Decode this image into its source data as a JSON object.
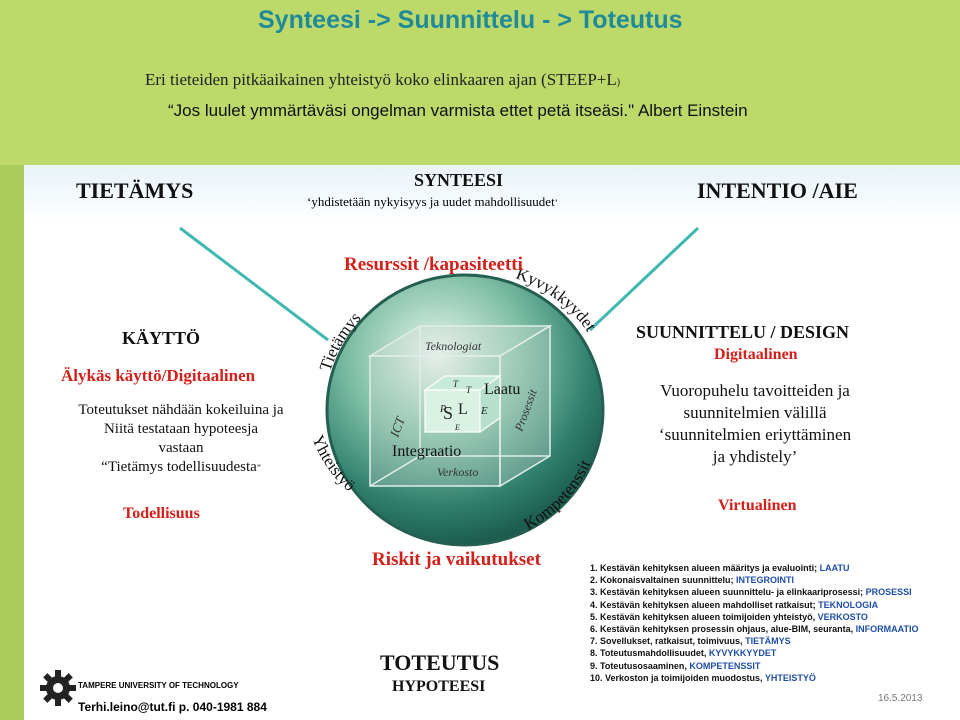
{
  "header": {
    "title": "Synteesi -> Suunnittelu - > Toteutus",
    "line1": "Eri tieteiden pitkäaikainen yhteistyö koko elinkaaren ajan (STEEP+L",
    "line1_tail": ")",
    "quote": "“Jos luulet ymmärtäväsi ongelman varmista ettet petä itseäsi.\" Albert Einstein"
  },
  "top": {
    "tietamys": "TIETÄMYS",
    "synteesi": "SYNTEESI",
    "synteesi_sub": "‘yhdistetään nykyisyys ja uudet mahdollisuudet",
    "synteesi_sub_tail": "’",
    "intentio": "INTENTIO /AIE"
  },
  "resurssit": "Resurssit /kapasiteetti",
  "left_block": {
    "heading": "KÄYTTÖ",
    "subheading": "Älykäs käyttö/Digitaalinen",
    "lines": [
      "Toteutukset nähdään kokeiluina ja",
      "Niitä testataan hypoteesja",
      "vastaan"
    ],
    "quote": "“Tietämys todellisuudesta",
    "quote_tail": "”",
    "footer": "Todellisuus"
  },
  "right_block": {
    "heading": "SUUNNITTELU / DESIGN",
    "subheading": "Digitaalinen",
    "lines": [
      "Vuoropuhelu tavoitteiden ja",
      "suunnitelmien välillä",
      "‘suunnitelmien eriyttäminen",
      "ja yhdistely’"
    ],
    "footer": "Virtualinen"
  },
  "sphere": {
    "arc_tietamys": "Tietämys",
    "arc_kyvykkyydet": "Kyvykkyydet",
    "arc_yhteistyo": "Yhteistyö",
    "arc_kompetenssit": "Kompetenssit",
    "cube_top": "Teknologiat",
    "cube_left": "ICT",
    "cube_right": "Prosessit",
    "cube_bottom": "Verkosto",
    "laatu": "Laatu",
    "integraatio": "Integraatio",
    "inner_s": "S",
    "inner_l": "L",
    "inner_t1": "T",
    "inner_t2": "T",
    "inner_e1": "E",
    "inner_e2": "E",
    "inner_p": "P"
  },
  "riskit": "Riskit ja vaikutukset",
  "toteutus": {
    "title": "TOTEUTUS",
    "sub": "HYPOTEESI"
  },
  "list": [
    {
      "text": "1. Kestävän kehityksen alueen määritys ja evaluointi;",
      "kw": "LAATU"
    },
    {
      "text": "2. Kokonaisvaltainen suunnittelu;",
      "kw": "INTEGROINTI"
    },
    {
      "text": "3. Kestävän kehityksen alueen suunnittelu- ja elinkaariprosessi;",
      "kw": "PROSESSI"
    },
    {
      "text": "4. Kestävän kehityksen alueen mahdolliset ratkaisut;",
      "kw": "TEKNOLOGIA"
    },
    {
      "text": "5. Kestävän kehityksen alueen toimijoiden yhteistyö,",
      "kw": "VERKOSTO"
    },
    {
      "text": "6. Kestävän kehityksen prosessin ohjaus, alue-BIM, seuranta,",
      "kw": "INFORMAATIO"
    },
    {
      "text": "7. Sovellukset, ratkaisut, toimivuus,",
      "kw": "TIETÄMYS"
    },
    {
      "text": "8. Toteutusmahdollisuudet,",
      "kw": "KYVYKKYYDET"
    },
    {
      "text": "9. Toteutusosaaminen,",
      "kw": "KOMPETENSSIT"
    },
    {
      "text": "10. Verkoston ja toimijoiden muodostus,",
      "kw": "YHTEISTYÖ"
    }
  ],
  "footer": {
    "university": "TAMPERE UNIVERSITY OF TECHNOLOGY",
    "contact": "Terhi.leino@tut.fi p. 040-1981 884",
    "date": "16.5.2013"
  },
  "colors": {
    "title": "#1f8a9a",
    "red": "#d4201a",
    "keyword": "#1f4ea8",
    "band": "#bcd96a"
  }
}
